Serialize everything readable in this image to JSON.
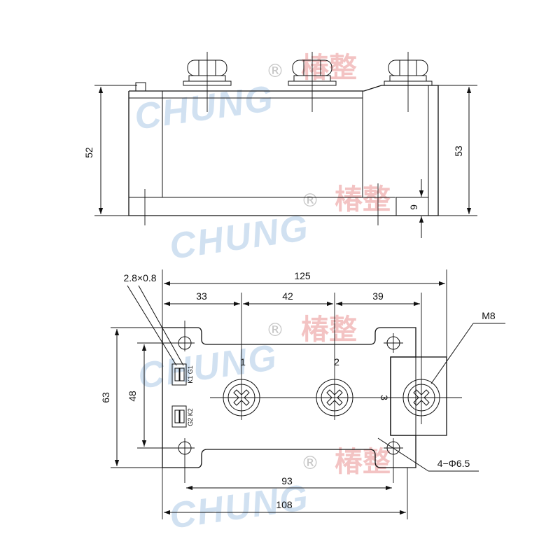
{
  "watermark": {
    "latin": "CHUNG",
    "registered": "®",
    "chinese": "椿整"
  },
  "side_view": {
    "dim_left": "52",
    "dim_right": "53",
    "dim_small": "9"
  },
  "top_view": {
    "dim_overall_width": "125",
    "dim_spacing_1": "33",
    "dim_spacing_2": "42",
    "dim_spacing_3": "39",
    "dim_height": "63",
    "dim_hole_pitch_v": "48",
    "dim_hole_pitch_h": "93",
    "dim_base_width": "108",
    "label_tab": "2.8×0.8",
    "label_thread": "M8",
    "label_holes": "4−Φ6.5",
    "terminal_1": "1",
    "terminal_2": "2",
    "terminal_3": "3",
    "tab_upper_label": "K1 G1",
    "tab_lower_label": "G2 K2"
  }
}
